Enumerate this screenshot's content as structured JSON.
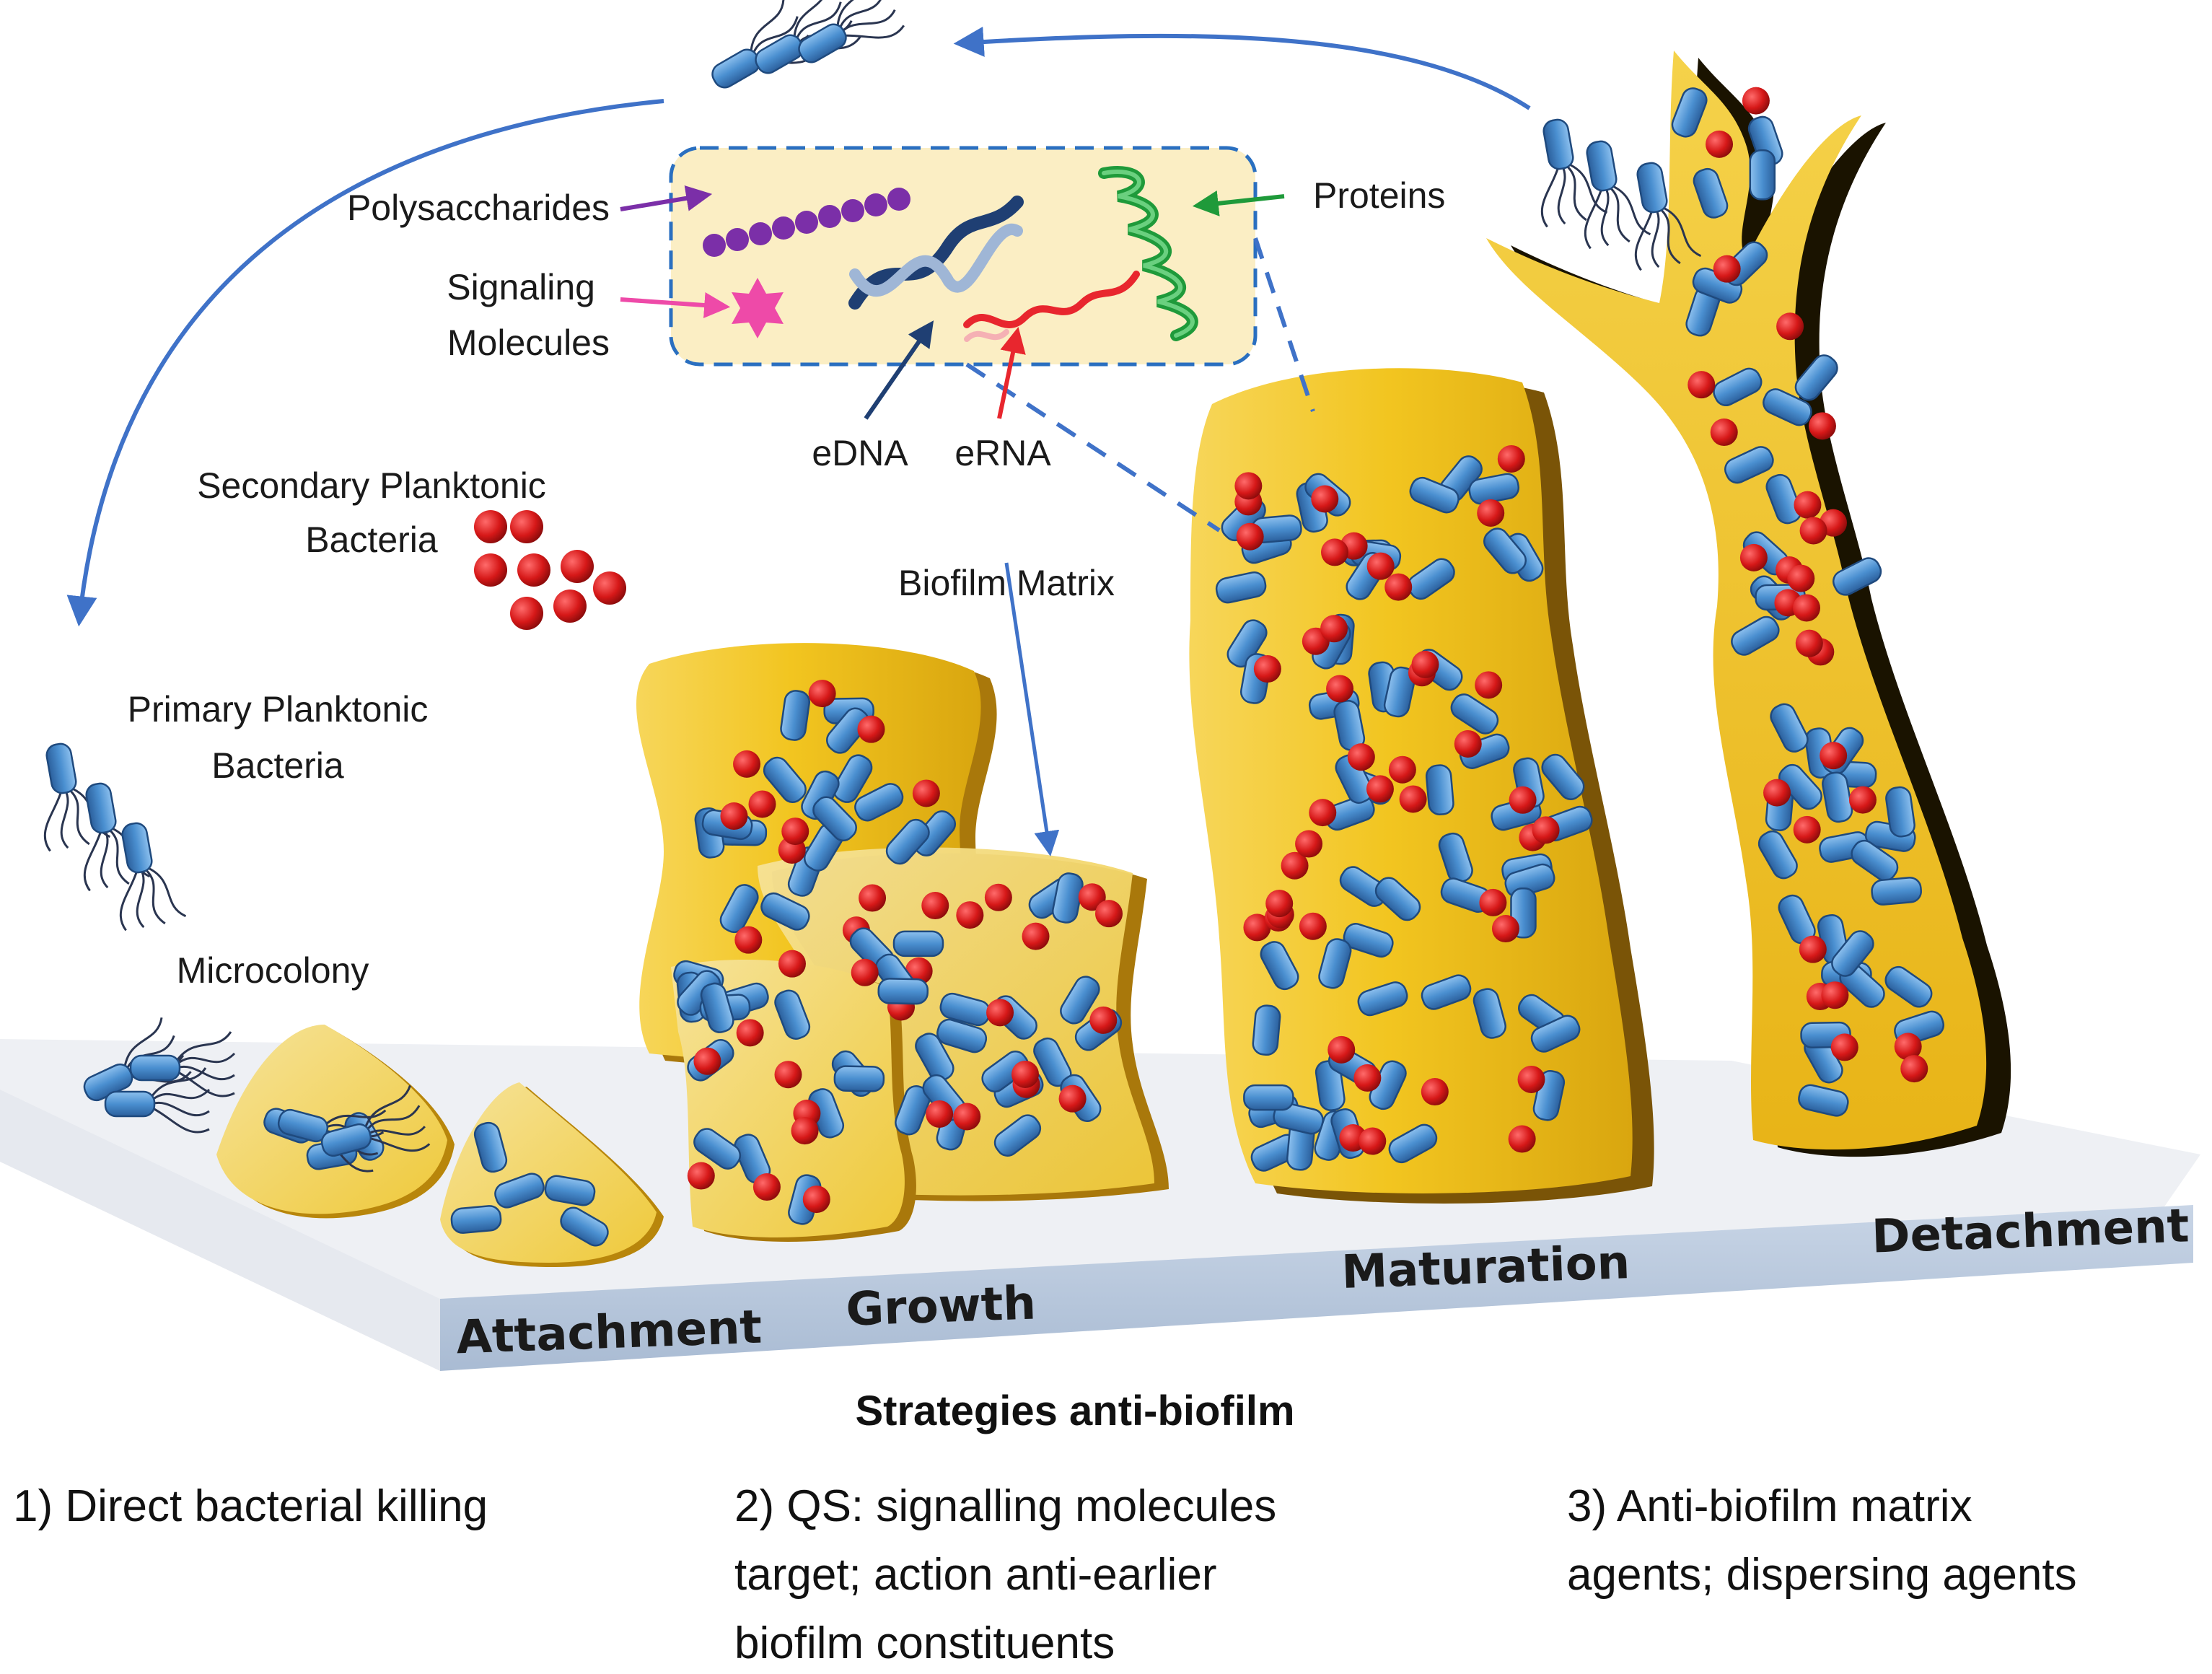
{
  "labels": {
    "polysaccharides": "Polysaccharides",
    "signaling_1": "Signaling",
    "signaling_2": "Molecules",
    "proteins": "Proteins",
    "edna": "eDNA",
    "erna": "eRNA",
    "secondary_1": "Secondary Planktonic",
    "secondary_2": "Bacteria",
    "primary_1": "Primary Planktonic",
    "primary_2": "Bacteria",
    "biofilm_matrix": "Biofilm Matrix",
    "microcolony": "Microcolony"
  },
  "stages": [
    "Attachment",
    "Growth",
    "Maturation",
    "Detachment"
  ],
  "strategies": {
    "title": "Strategies anti-biofilm",
    "items": [
      [
        "1) Direct bacterial killing"
      ],
      [
        "2) QS: signalling molecules",
        "target; action anti-earlier",
        "biofilm constituents"
      ],
      [
        "3) Anti-biofilm matrix",
        "agents; dispersing agents"
      ]
    ]
  },
  "colors": {
    "matrix": "#f2c520",
    "matrix_dark": "#b8860b",
    "bacteria": "#4a8fd0",
    "cocci": "#d61818",
    "arrow": "#3f72c8",
    "polysaccharide": "#7b2fa8",
    "signal": "#ee4aa8",
    "protein": "#1f9a3a",
    "edna": "#1f3f73",
    "erna": "#e8262e",
    "platform_top": "#e9ecf2",
    "platform_side": "#b9c8dc"
  },
  "icons": [
    "flagellated-rod-bacterium-icon",
    "rod-bacterium-icon",
    "coccus-icon",
    "star-signal-icon",
    "dna-helix-icon",
    "protein-helix-icon"
  ]
}
